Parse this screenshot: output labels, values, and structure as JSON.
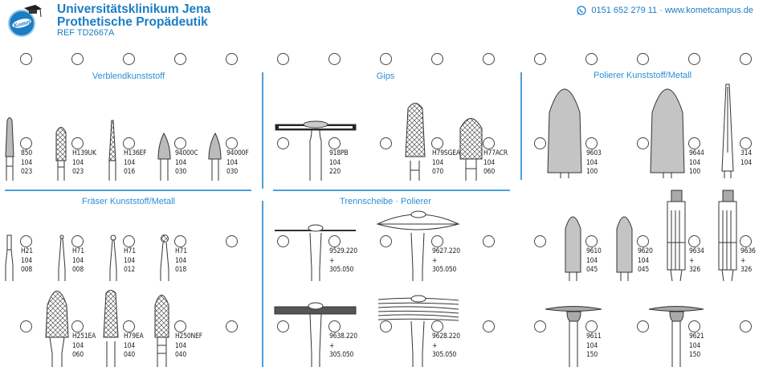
{
  "header": {
    "title_line1": "Universitätsklinikum Jena",
    "title_line2": "Prothetische Propädeutik",
    "ref": "REF TD2667A",
    "logo_text": "Komet",
    "contact": "0151 652 279 11 · www.kometcampus.de",
    "accent_color": "#1b7dc4"
  },
  "sections": {
    "verblend": "Verblendkunststoff",
    "gips": "Gips",
    "polierer": "Polierer Kunststoff/Metall",
    "fraeser": "Fräser Kunststoff/Metall",
    "trenn": "Trennscheibe · Polierer"
  },
  "products": [
    {
      "lines": [
        "850",
        "104",
        "023"
      ]
    },
    {
      "lines": [
        "H139UK",
        "104",
        "023"
      ]
    },
    {
      "lines": [
        "H136EF",
        "104",
        "016"
      ]
    },
    {
      "lines": [
        "94000C",
        "104",
        "030"
      ]
    },
    {
      "lines": [
        "94000F",
        "104",
        "030"
      ]
    },
    {
      "lines": [
        "918PB",
        "104",
        "220"
      ]
    },
    {
      "lines": [
        "H79SGEA",
        "104",
        "070"
      ]
    },
    {
      "lines": [
        "H77ACR",
        "104",
        "060"
      ]
    },
    {
      "lines": [
        "9603",
        "104",
        "100"
      ]
    },
    {
      "lines": [
        "9644",
        "104",
        "100"
      ]
    },
    {
      "lines": [
        "314",
        "104"
      ]
    },
    {
      "lines": [
        "H21",
        "104",
        "008"
      ]
    },
    {
      "lines": [
        "H71",
        "104",
        "008"
      ]
    },
    {
      "lines": [
        "H71",
        "104",
        "012"
      ]
    },
    {
      "lines": [
        "H71",
        "104",
        "018"
      ]
    },
    {
      "lines": [
        "9529.220",
        "+",
        "305.050"
      ]
    },
    {
      "lines": [
        "9627.220",
        "+",
        "305.050"
      ]
    },
    {
      "lines": [
        "9610",
        "104",
        "045"
      ]
    },
    {
      "lines": [
        "9620",
        "104",
        "045"
      ]
    },
    {
      "lines": [
        "9634",
        "+",
        "326"
      ]
    },
    {
      "lines": [
        "9636",
        "+",
        "326"
      ]
    },
    {
      "lines": [
        "H251EA",
        "104",
        "060"
      ]
    },
    {
      "lines": [
        "H79EA",
        "104",
        "040"
      ]
    },
    {
      "lines": [
        "H250NEF",
        "104",
        "040"
      ]
    },
    {
      "lines": [
        "9638.220",
        "+",
        "305.050"
      ]
    },
    {
      "lines": [
        "9628.220",
        "+",
        "305.050"
      ]
    },
    {
      "lines": [
        "9611",
        "104",
        "150"
      ]
    },
    {
      "lines": [
        "9621",
        "104",
        "150"
      ]
    }
  ]
}
